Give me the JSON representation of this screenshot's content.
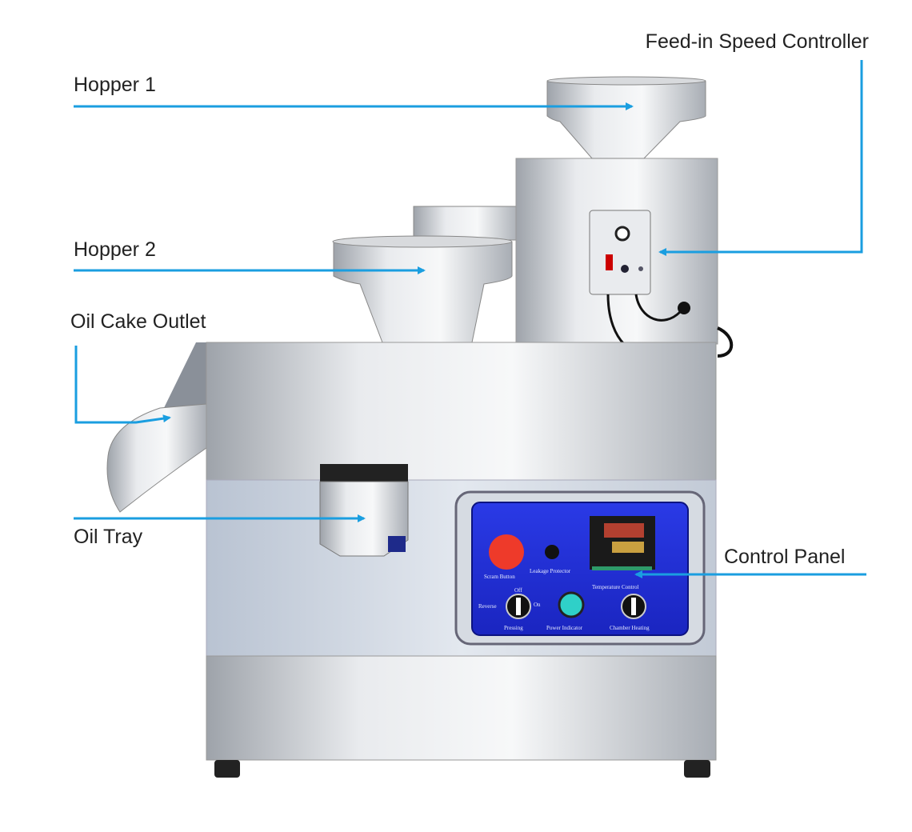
{
  "labels": {
    "hopper1": "Hopper 1",
    "feed_controller": "Feed-in Speed Controller",
    "hopper2": "Hopper 2",
    "oil_cake_outlet": "Oil Cake Outlet",
    "oil_tray": "Oil Tray",
    "control_panel": "Control Panel"
  },
  "panel": {
    "scram": "Scram Button",
    "leakage": "Leakage Protector",
    "temperature": "Temperature Control",
    "reverse": "Reverse",
    "off": "Off",
    "on": "On",
    "pressing": "Pressing",
    "power": "Power Indicator",
    "heating": "Chamber Heating"
  },
  "colors": {
    "arrow": "#1a9ee0",
    "panel": "#1f2fd6",
    "steel": "#c9ccd1"
  }
}
